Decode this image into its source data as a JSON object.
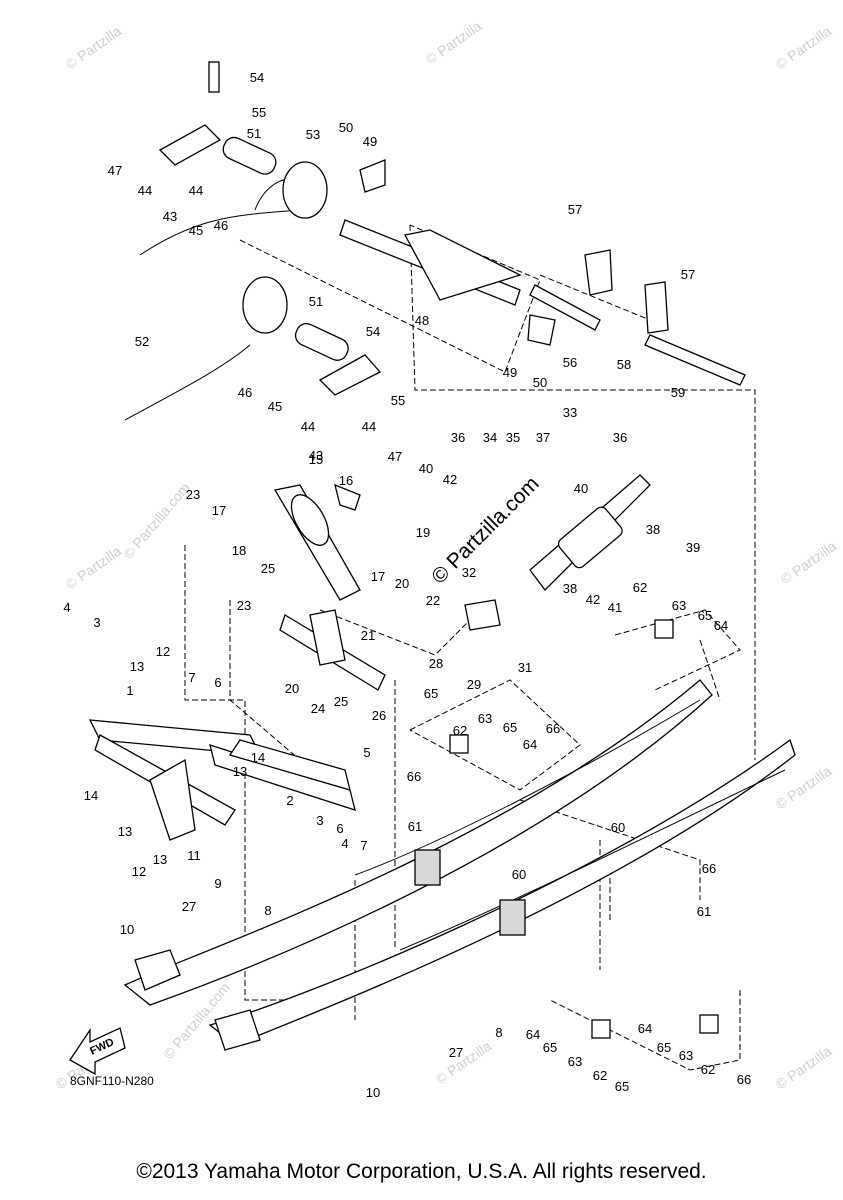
{
  "diagram": {
    "figure_code": "8GNF110-N280",
    "direction_label": "FWD",
    "website_watermark": "© Partzilla.com",
    "corner_watermark": "© Partzilla",
    "copyright": "©2013 Yamaha Motor Corporation, U.S.A. All rights reserved."
  },
  "callouts": [
    {
      "n": "1"
    },
    {
      "n": "2"
    },
    {
      "n": "3"
    },
    {
      "n": "3"
    },
    {
      "n": "4"
    },
    {
      "n": "4"
    },
    {
      "n": "5"
    },
    {
      "n": "6"
    },
    {
      "n": "6"
    },
    {
      "n": "7"
    },
    {
      "n": "7"
    },
    {
      "n": "8"
    },
    {
      "n": "8"
    },
    {
      "n": "9"
    },
    {
      "n": "10"
    },
    {
      "n": "10"
    },
    {
      "n": "11"
    },
    {
      "n": "12"
    },
    {
      "n": "12"
    },
    {
      "n": "13"
    },
    {
      "n": "13"
    },
    {
      "n": "13"
    },
    {
      "n": "13"
    },
    {
      "n": "14"
    },
    {
      "n": "14"
    },
    {
      "n": "15"
    },
    {
      "n": "16"
    },
    {
      "n": "17"
    },
    {
      "n": "17"
    },
    {
      "n": "18"
    },
    {
      "n": "19"
    },
    {
      "n": "20"
    },
    {
      "n": "20"
    },
    {
      "n": "21"
    },
    {
      "n": "22"
    },
    {
      "n": "23"
    },
    {
      "n": "23"
    },
    {
      "n": "24"
    },
    {
      "n": "25"
    },
    {
      "n": "25"
    },
    {
      "n": "26"
    },
    {
      "n": "27"
    },
    {
      "n": "27"
    },
    {
      "n": "28"
    },
    {
      "n": "29"
    },
    {
      "n": "31"
    },
    {
      "n": "32"
    },
    {
      "n": "33"
    },
    {
      "n": "34"
    },
    {
      "n": "35"
    },
    {
      "n": "36"
    },
    {
      "n": "36"
    },
    {
      "n": "37"
    },
    {
      "n": "38"
    },
    {
      "n": "38"
    },
    {
      "n": "39"
    },
    {
      "n": "40"
    },
    {
      "n": "40"
    },
    {
      "n": "41"
    },
    {
      "n": "42"
    },
    {
      "n": "42"
    },
    {
      "n": "43"
    },
    {
      "n": "43"
    },
    {
      "n": "44"
    },
    {
      "n": "44"
    },
    {
      "n": "44"
    },
    {
      "n": "44"
    },
    {
      "n": "45"
    },
    {
      "n": "45"
    },
    {
      "n": "46"
    },
    {
      "n": "46"
    },
    {
      "n": "47"
    },
    {
      "n": "47"
    },
    {
      "n": "48"
    },
    {
      "n": "49"
    },
    {
      "n": "49"
    },
    {
      "n": "50"
    },
    {
      "n": "50"
    },
    {
      "n": "51"
    },
    {
      "n": "51"
    },
    {
      "n": "52"
    },
    {
      "n": "53"
    },
    {
      "n": "54"
    },
    {
      "n": "54"
    },
    {
      "n": "55"
    },
    {
      "n": "55"
    },
    {
      "n": "56"
    },
    {
      "n": "57"
    },
    {
      "n": "57"
    },
    {
      "n": "58"
    },
    {
      "n": "59"
    },
    {
      "n": "60"
    },
    {
      "n": "60"
    },
    {
      "n": "61"
    },
    {
      "n": "61"
    },
    {
      "n": "62"
    },
    {
      "n": "62"
    },
    {
      "n": "62"
    },
    {
      "n": "62"
    },
    {
      "n": "63"
    },
    {
      "n": "63"
    },
    {
      "n": "63"
    },
    {
      "n": "63"
    },
    {
      "n": "64"
    },
    {
      "n": "64"
    },
    {
      "n": "64"
    },
    {
      "n": "64"
    },
    {
      "n": "65"
    },
    {
      "n": "65"
    },
    {
      "n": "65"
    },
    {
      "n": "65"
    },
    {
      "n": "65"
    },
    {
      "n": "65"
    },
    {
      "n": "66"
    },
    {
      "n": "66"
    },
    {
      "n": "66"
    },
    {
      "n": "66"
    }
  ]
}
